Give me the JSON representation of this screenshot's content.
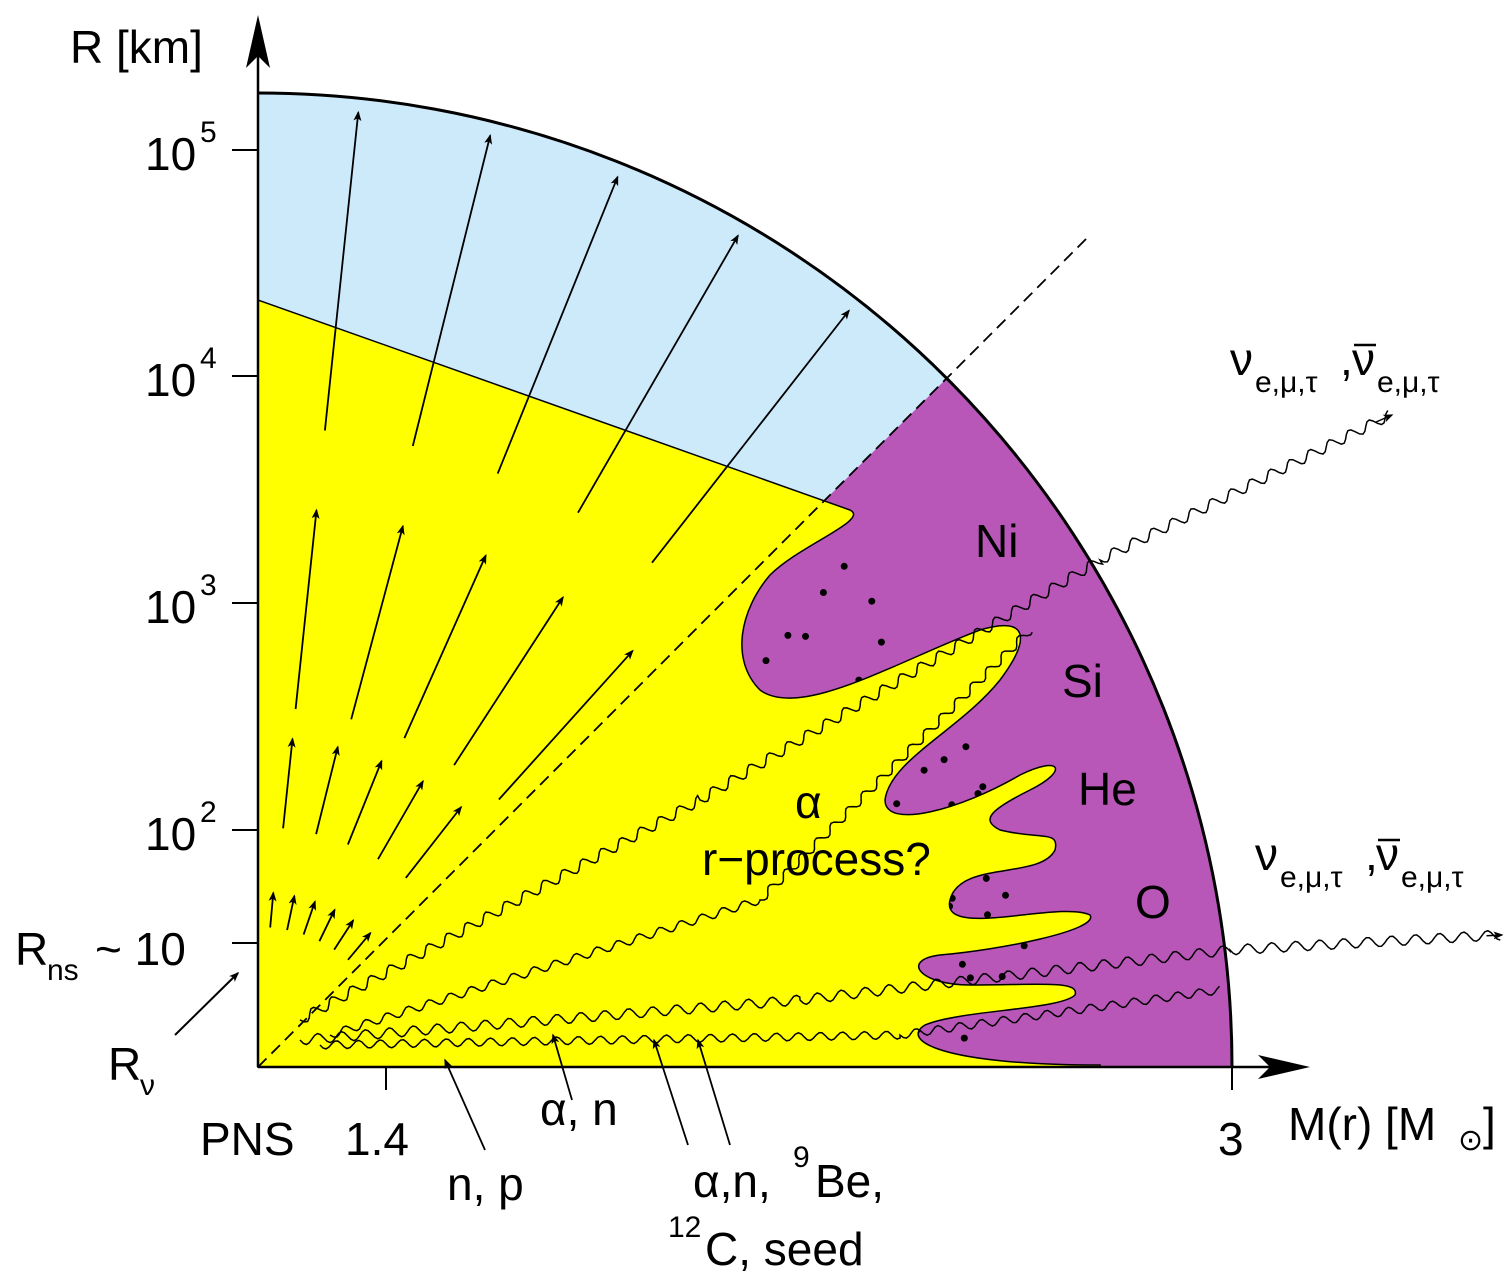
{
  "axes": {
    "y_label": "R [km]",
    "x_label_main": "M(r) [M",
    "x_label_sun": "⊙",
    "x_label_close": "]",
    "y_ticks": [
      {
        "base": "10",
        "exp": "5"
      },
      {
        "base": "10",
        "exp": "4"
      },
      {
        "base": "10",
        "exp": "3"
      },
      {
        "base": "10",
        "exp": "2"
      }
    ],
    "rns": {
      "main": "R",
      "sub": "ns",
      "tail": "~ 10"
    },
    "rnu": {
      "main": "R",
      "sub": "ν"
    },
    "x_ticks": {
      "pns": "PNS",
      "mass": "1.4",
      "max": "3"
    }
  },
  "shell_labels": {
    "np": "n, p",
    "alpha_n": "α, n",
    "seed_line1_a": "α,n,",
    "seed_line1_sup": "9",
    "seed_line1_b": "Be,",
    "seed_line2_sup": "12",
    "seed_line2_b": "C, seed",
    "alpha": "α",
    "rprocess": "r−process?"
  },
  "layers": {
    "ni": "Ni",
    "si": "Si",
    "he": "He",
    "o": "O"
  },
  "neutrinos": {
    "upper": {
      "nu": "ν",
      "sub": "e,μ,τ",
      "sep": ",",
      "nubar": "ν",
      "sub2": "e,μ,τ"
    },
    "lower": {
      "nu": "ν",
      "sub": "e,μ,τ",
      "sep": ",",
      "nubar": "ν",
      "sub2": "e,μ,τ"
    }
  },
  "colors": {
    "wind": "#cdeafb",
    "envelope": "#b957b9",
    "yellow": "#ffff00",
    "olive": "#bfbf00",
    "orange": "#ffa326",
    "dark_orange": "#e88a14",
    "pns": "#e0e0e0"
  }
}
